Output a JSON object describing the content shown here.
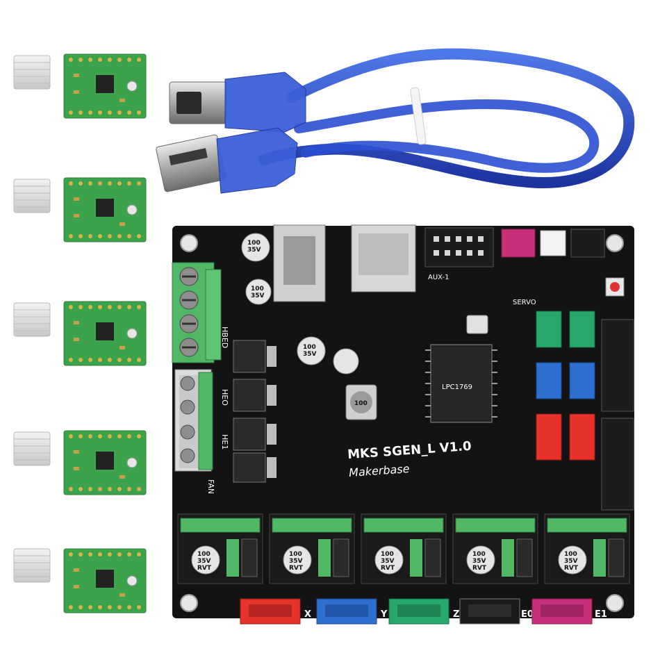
{
  "board": {
    "model": "MKS SGEN_L V1.0",
    "brand": "Makerbase",
    "power_labels": [
      "HEO",
      "HE1",
      "HBED",
      "FAN"
    ],
    "servo_label": "SERVO",
    "aux_label": "AUX-1",
    "ic_label": "LPC1769"
  },
  "connectors": [
    {
      "label": "X",
      "color": "#e8322c"
    },
    {
      "label": "Y",
      "color": "#2f6fd0"
    },
    {
      "label": "Z",
      "color": "#28a86a"
    },
    {
      "label": "E0",
      "color": "#1a1a1a"
    },
    {
      "label": "E1",
      "color": "#c8307a"
    }
  ],
  "capacitor": {
    "lines": [
      "100",
      "35V",
      "RVT"
    ]
  },
  "inductor_label": "100",
  "drivers_count": 5,
  "colors": {
    "pcb": "#131313",
    "driver_pcb": "#3da24c",
    "cable": "#2346c8",
    "terminal": "#52b865",
    "heatsink": "#dadada"
  }
}
